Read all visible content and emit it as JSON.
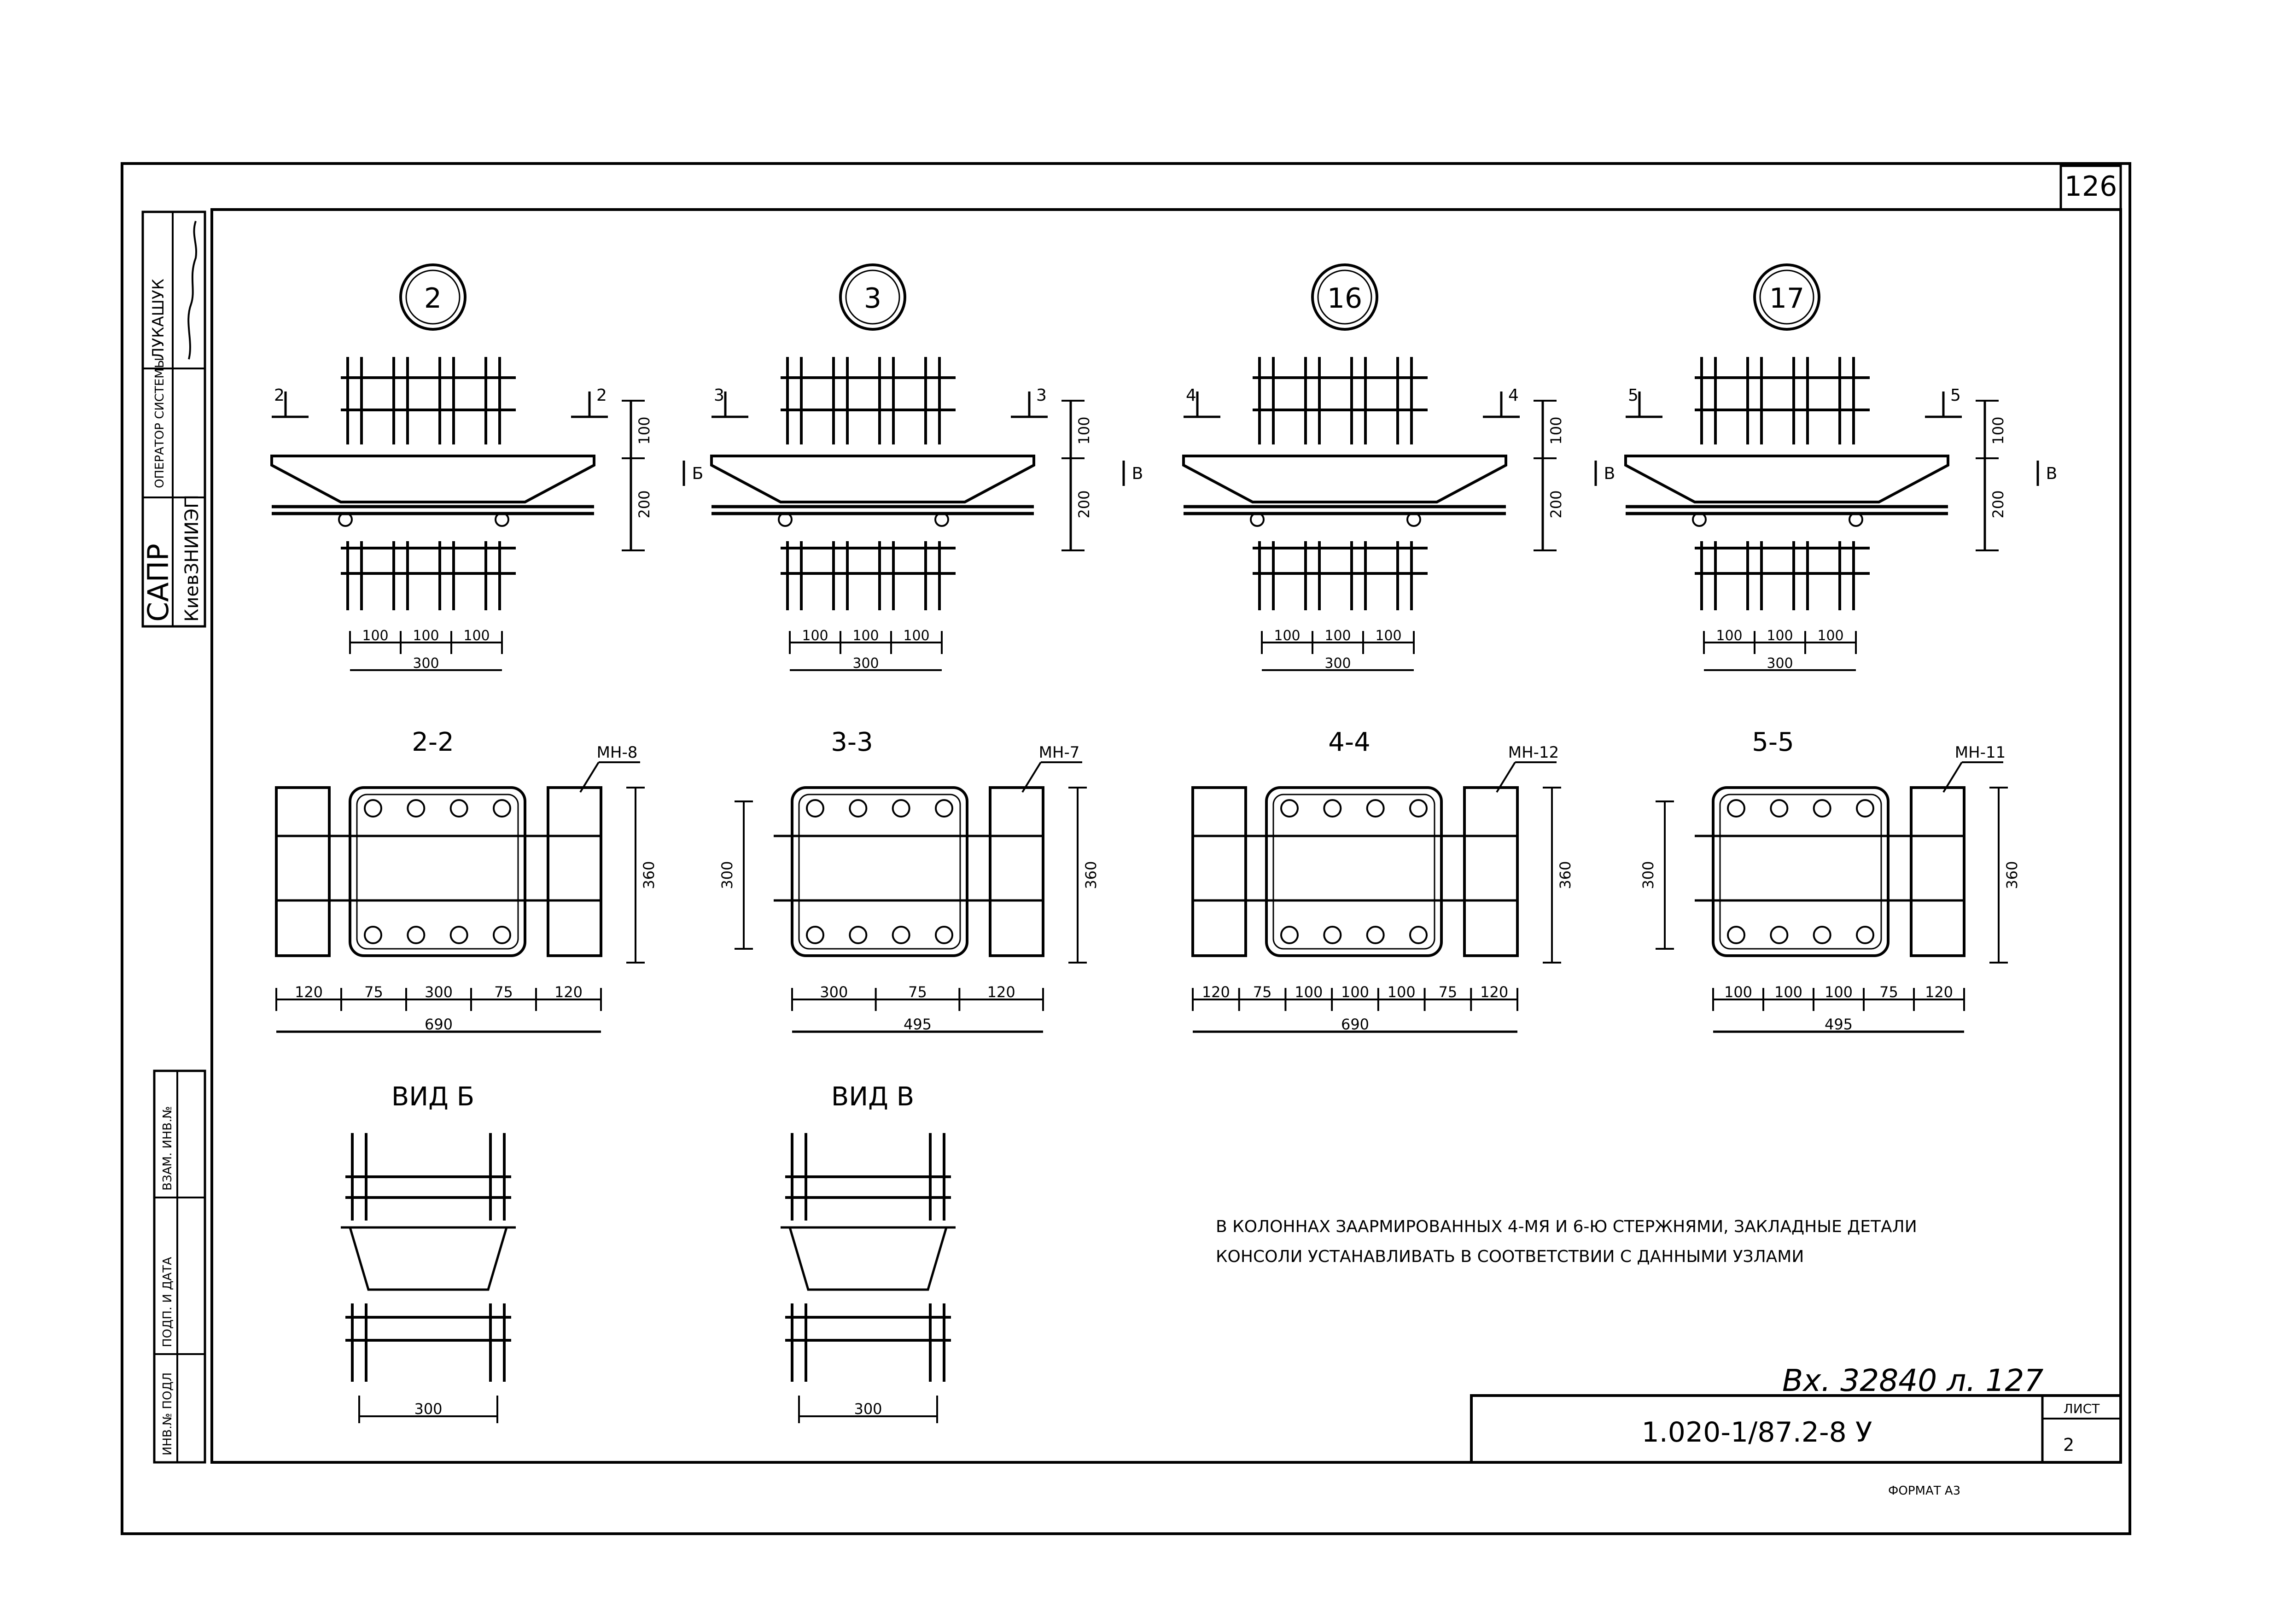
{
  "sheet": {
    "page_number": "126",
    "stamp": {
      "system": "САПР",
      "org": "КиевЗНИИЭП",
      "operator_label": "ОПЕРАТОР СИСТЕМЫ",
      "operator_name": "ЛУКАШУК"
    },
    "side_stamp": {
      "invent": "ИНВ.№ ПОДЛ",
      "sign_date": "ПОДП. И ДАТА",
      "replace": "ВЗАМ. ИНВ.№"
    },
    "title_block": {
      "code": "1.020-1/87.2-8 У",
      "sheet_label": "ЛИСТ",
      "sheet_number": "2",
      "handwritten_ref": "Вх. 32840 л. 127"
    },
    "format_label": "ФОРМАТ А3"
  },
  "nodes": [
    {
      "id": "2",
      "cut_label": "2",
      "view_label": "Б",
      "dims_top": [
        "100",
        "200"
      ],
      "dims_bottom": [
        "100",
        "100",
        "100"
      ],
      "total": "300"
    },
    {
      "id": "3",
      "cut_label": "3",
      "view_label": "В",
      "dims_top": [
        "100",
        "200"
      ],
      "dims_bottom": [
        "100",
        "100",
        "100"
      ],
      "total": "300"
    },
    {
      "id": "16",
      "cut_label": "4",
      "view_label": "В",
      "dims_top": [
        "100",
        "200"
      ],
      "dims_bottom": [
        "100",
        "100",
        "100"
      ],
      "total": "300"
    },
    {
      "id": "17",
      "cut_label": "5",
      "view_label": "В",
      "dims_top": [
        "100",
        "200"
      ],
      "dims_bottom": [
        "100",
        "100",
        "100"
      ],
      "total": "300"
    }
  ],
  "sections": [
    {
      "title": "2-2",
      "plate": "МН-8",
      "height": "360",
      "left_height": "",
      "dims": [
        "120",
        "75",
        "300",
        "75",
        "120"
      ],
      "total": "690"
    },
    {
      "title": "3-3",
      "plate": "МН-7",
      "height": "360",
      "left_height": "300",
      "dims": [
        "300",
        "75",
        "120"
      ],
      "total": "495"
    },
    {
      "title": "4-4",
      "plate": "МН-12",
      "height": "360",
      "left_height": "",
      "dims": [
        "120",
        "75",
        "100",
        "100",
        "100",
        "75",
        "120"
      ],
      "total": "690"
    },
    {
      "title": "5-5",
      "plate": "МН-11",
      "height": "360",
      "left_height": "300",
      "dims": [
        "100",
        "100",
        "100",
        "75",
        "120"
      ],
      "total": "495"
    }
  ],
  "views": [
    {
      "title": "ВИД Б",
      "width": "300"
    },
    {
      "title": "ВИД В",
      "width": "300"
    }
  ],
  "note": {
    "line1": "В КОЛОННАХ ЗААРМИРОВАННЫХ 4-МЯ И 6-Ю СТЕРЖНЯМИ, ЗАКЛАДНЫЕ ДЕТАЛИ",
    "line2": "КОНСОЛИ УСТАНАВЛИВАТЬ В СООТВЕТСТВИИ С ДАННЫМИ УЗЛАМИ"
  }
}
